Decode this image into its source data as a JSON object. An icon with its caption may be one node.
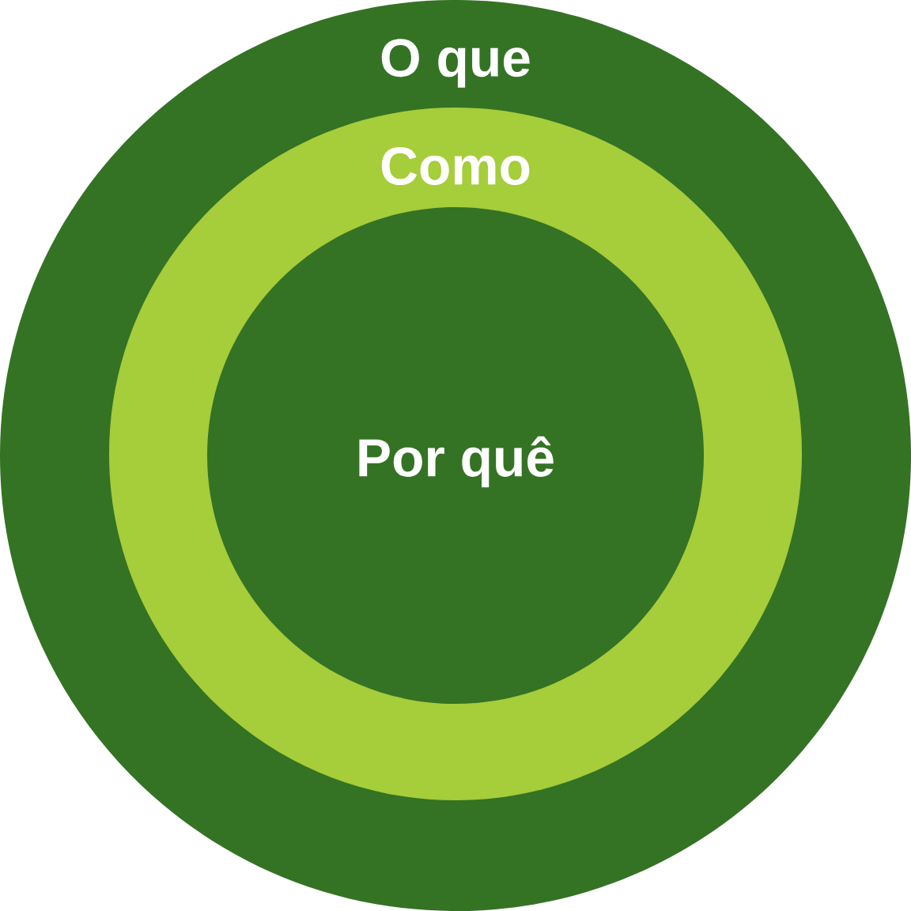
{
  "diagram": {
    "nodes": [
      {
        "text": [
          "O que"
        ]
      },
      {
        "text": [
          "Como"
        ],
        "in": 0
      },
      {
        "text": [
          "Por quê"
        ],
        "in": 1
      }
    ]
  }
}
